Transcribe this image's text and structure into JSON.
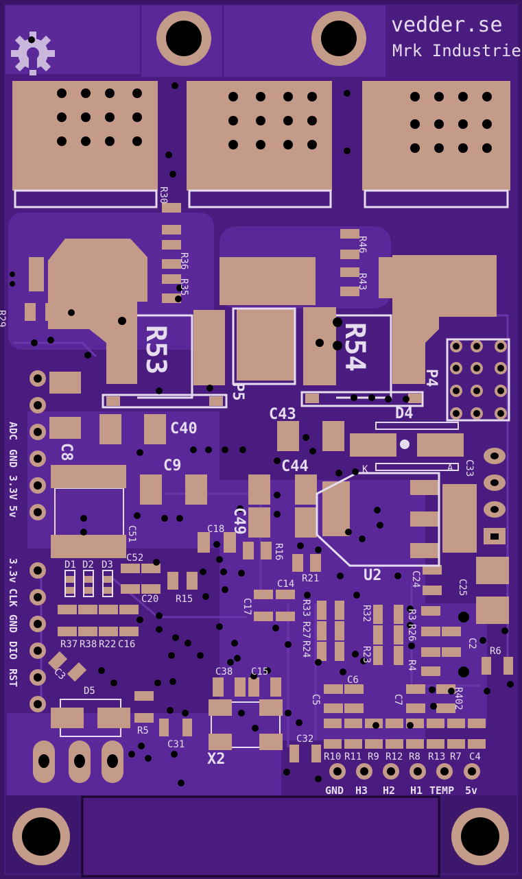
{
  "brand": {
    "site": "vedder.se",
    "company": "Mrk Industries"
  },
  "colors": {
    "board": "#4b1c80",
    "pour": "#5a2898",
    "copper": "#c49a88",
    "silkscreen": "#e6dcef",
    "hole": "#000000"
  },
  "icons": {
    "logo": "oshw-gear-icon"
  },
  "left_header_power": [
    "ADC",
    "GND",
    "3.3V",
    "5v"
  ],
  "left_header_swd": [
    "3.3v",
    "CLK",
    "GND",
    "DIO",
    "RST"
  ],
  "bottom_header": [
    "GND",
    "H3",
    "H2",
    "H1",
    "TEMP",
    "5v"
  ],
  "refs": {
    "R30": "R30",
    "R36": "R36",
    "R35": "R35",
    "R29": "R29",
    "R46": "R46",
    "R43": "R43",
    "R53": "R53",
    "R54": "R54",
    "P5": "P5",
    "P4": "P4",
    "C40": "C40",
    "C43": "C43",
    "D4": "D4",
    "C8": "C8",
    "C9": "C9",
    "C44": "C44",
    "K": "K",
    "A": "A",
    "C33": "C33",
    "C49": "C49",
    "C51": "C51",
    "C18": "C18",
    "R16": "R16",
    "C52": "C52",
    "D1": "D1",
    "D2": "D2",
    "D3": "D3",
    "C20": "C20",
    "R15": "R15",
    "R21": "R21",
    "U2": "U2",
    "C24": "C24",
    "C25": "C25",
    "C14": "C14",
    "C17": "C17",
    "R33": "R33",
    "R27": "R27",
    "R24": "R24",
    "R32": "R32",
    "R23": "R23",
    "R3": "R3",
    "R26": "R26",
    "R4": "R4",
    "C2": "C2",
    "R6": "R6",
    "R37": "R37",
    "R38": "R38",
    "R22": "R22",
    "C16": "C16",
    "C3": "C3",
    "C38": "C38",
    "C15": "C15",
    "C6": "C6",
    "C5": "C5",
    "C7": "C7",
    "R402": "R402",
    "D5": "D5",
    "R5": "R5",
    "C31": "C31",
    "X2": "X2",
    "C32": "C32",
    "R10": "R10",
    "R11": "R11",
    "R9": "R9",
    "R12": "R12",
    "R8": "R8",
    "R13": "R13",
    "R7": "R7",
    "C4": "C4"
  }
}
